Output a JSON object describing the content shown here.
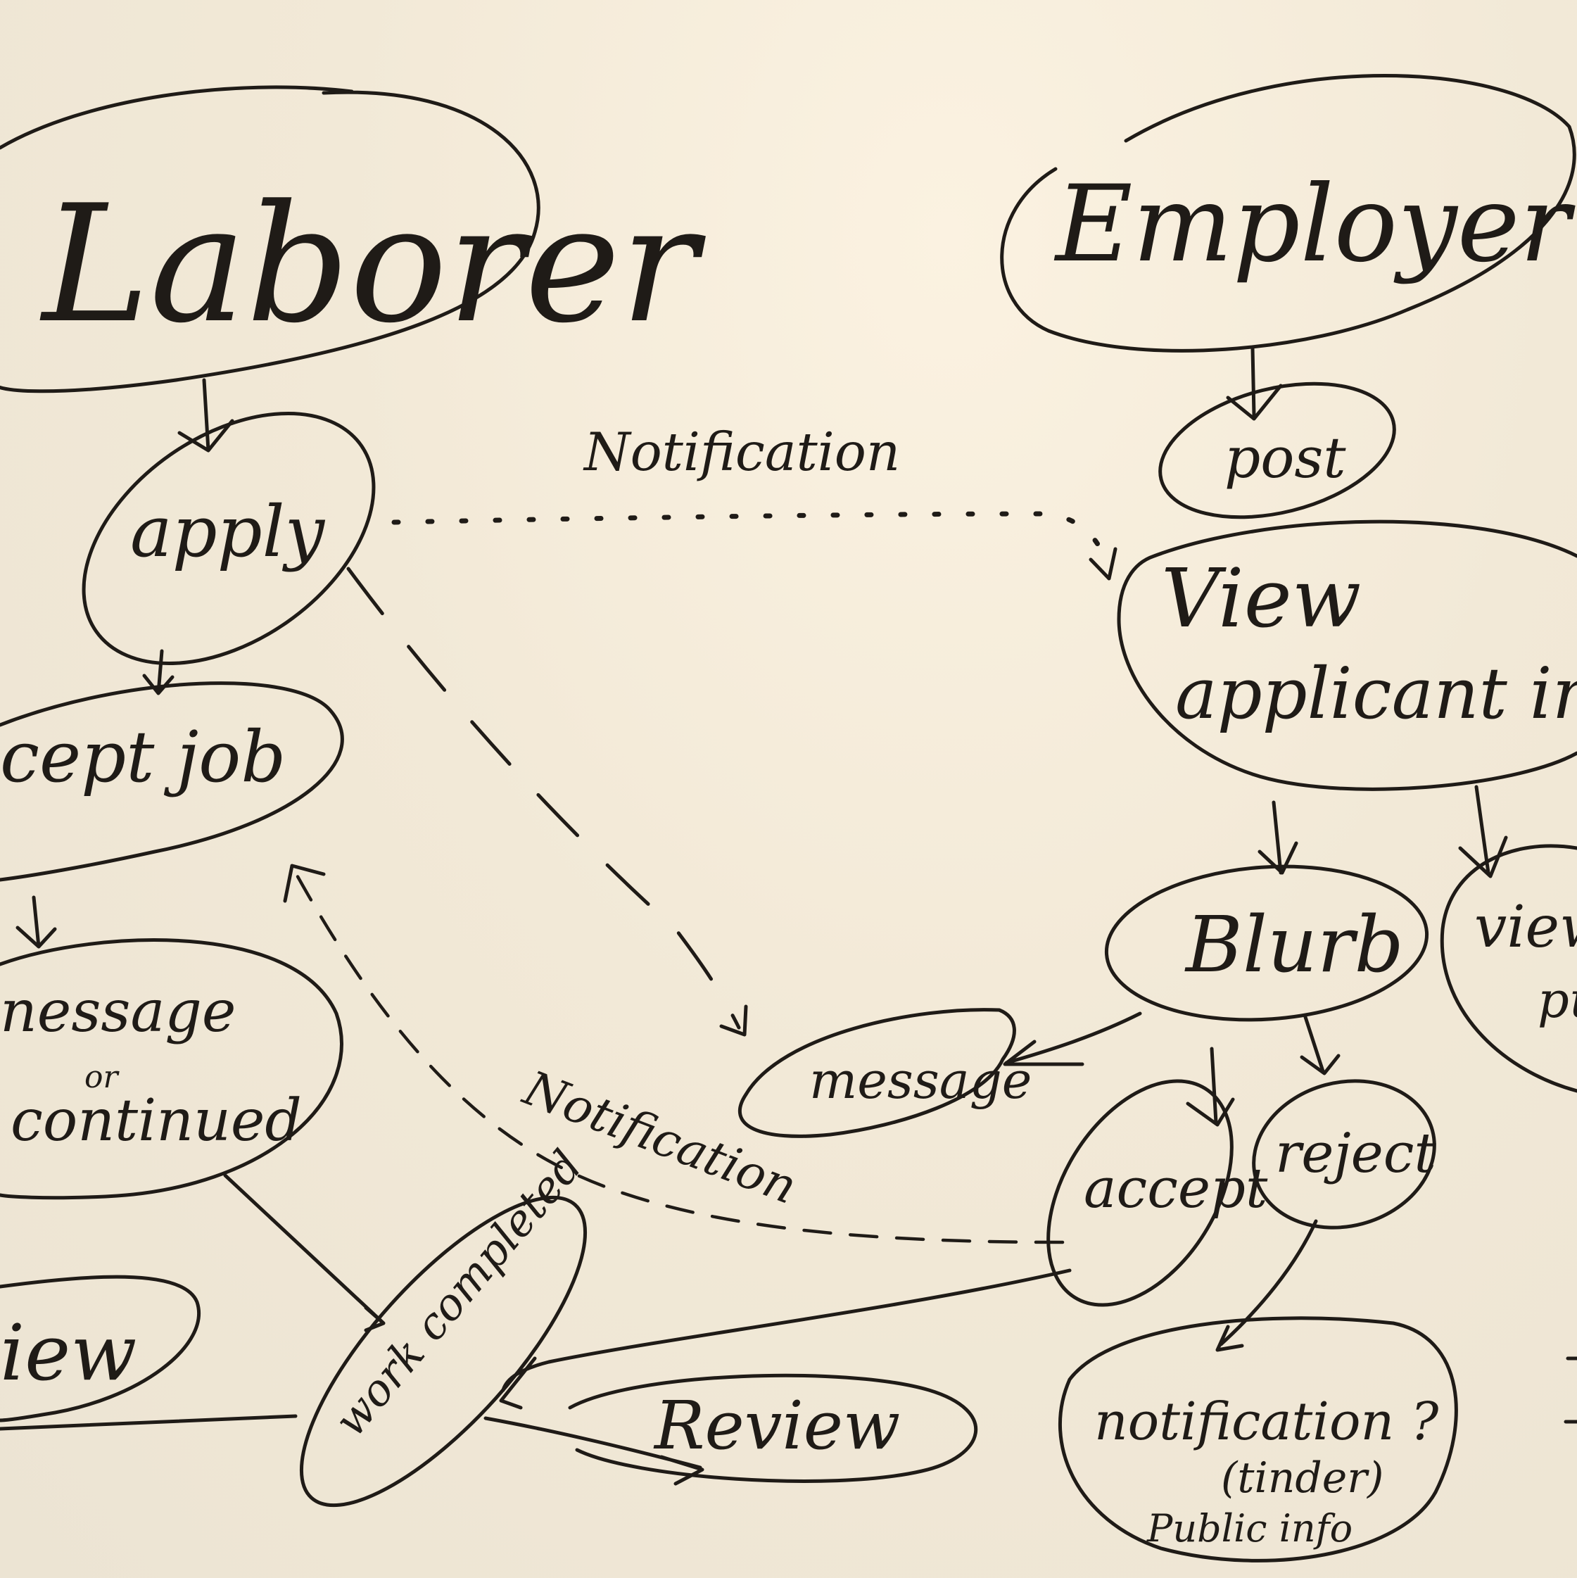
{
  "nodes": {
    "laborer": "Laborer",
    "apply": "apply",
    "accept_job": "cept job",
    "message_or_continued": {
      "line1": "nessage",
      "line2": "or",
      "line3": "continued"
    },
    "review_left": "iew",
    "work_completed": "work completed",
    "review": "Review",
    "employer": "Employer",
    "post": "post",
    "view_applicant_info": {
      "line1": "View",
      "line2": "applicant info"
    },
    "blurb": "Blurb",
    "view_public": {
      "line1": "view",
      "line2": "pu"
    },
    "message_mid": "message",
    "accept": "accept",
    "reject": "reject",
    "notification_tinder": {
      "line1": "notification ?",
      "line2": "(tinder)",
      "line3": "Public info"
    }
  },
  "edge_labels": {
    "notification_top": "Notification",
    "notification_bottom": "Notification"
  },
  "colors": {
    "board": "#f3ead9",
    "ink": "#1f1b17"
  }
}
